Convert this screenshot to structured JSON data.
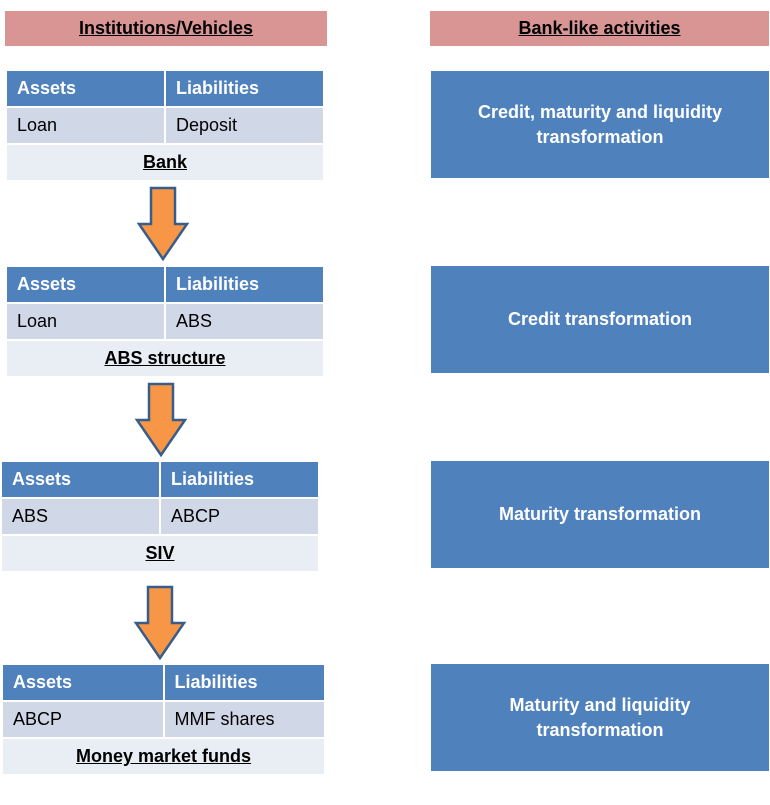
{
  "headers": {
    "left": "Institutions/Vehicles",
    "right": "Bank-like activities"
  },
  "balance_sheets": [
    {
      "col_assets": "Assets",
      "col_liabilities": "Liabilities",
      "asset": "Loan",
      "liability": "Deposit",
      "name": "Bank"
    },
    {
      "col_assets": "Assets",
      "col_liabilities": "Liabilities",
      "asset": "Loan",
      "liability": "ABS",
      "name": "ABS structure"
    },
    {
      "col_assets": "Assets",
      "col_liabilities": "Liabilities",
      "asset": "ABS",
      "liability": "ABCP",
      "name": "SIV"
    },
    {
      "col_assets": "Assets",
      "col_liabilities": "Liabilities",
      "asset": "ABCP",
      "liability": "MMF shares",
      "name": "Money market funds"
    }
  ],
  "activities": [
    "Credit, maturity and liquidity\ntransformation",
    "Credit transformation",
    "Maturity transformation",
    "Maturity and liquidity\ntransformation"
  ],
  "colors": {
    "header": "#d99594",
    "table_header": "#4f81bd",
    "table_body": "#d0d8e8",
    "table_name": "#e9edf4",
    "activity_box": "#4f81bd",
    "arrow_fill": "#f79646",
    "arrow_stroke": "#385d8a"
  }
}
